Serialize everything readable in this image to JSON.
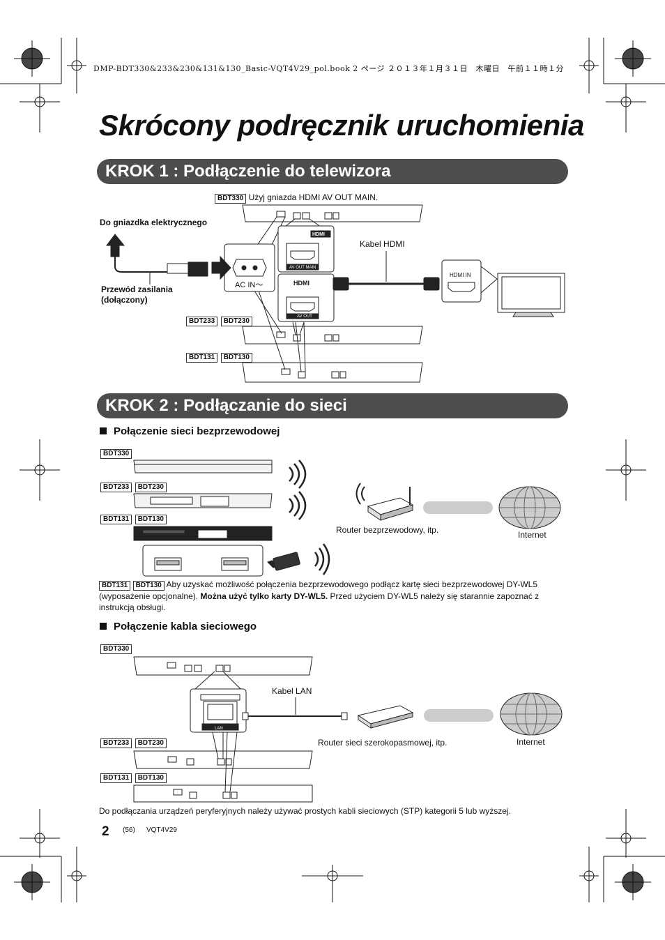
{
  "print_header": "DMP-BDT330&233&230&131&130_Basic-VQT4V29_pol.book  2 ページ  ２０１３年１月３１日　木曜日　午前１１時１分",
  "title": "Skrócony podręcznik uruchomienia",
  "step1": {
    "heading": "KROK 1 : Podłączenie do telewizora",
    "bdt330_tag": "BDT330",
    "bdt330_note": "Użyj gniazda HDMI AV OUT MAIN.",
    "outlet_label": "Do gniazdka elektrycznego",
    "power_cable_label_1": "Przewód zasilania",
    "power_cable_label_2": "(dołączony)",
    "hdmi_cable_label": "Kabel HDMI",
    "ac_in_label": "AC IN～",
    "hdmi_in_label": "HDMI IN",
    "hdmi_logo": "HDMI",
    "av_out_main_label": "AV OUT MAIN",
    "av_out_label": "AV OUT",
    "tags_233_230": [
      "BDT233",
      "BDT230"
    ],
    "tags_131_130": [
      "BDT131",
      "BDT130"
    ]
  },
  "step2": {
    "heading": "KROK 2 : Podłączanie do sieci",
    "wireless": {
      "subheading": "Połączenie sieci bezprzewodowej",
      "tag_330": "BDT330",
      "tags_233_230": [
        "BDT233",
        "BDT230"
      ],
      "tags_131_130": [
        "BDT131",
        "BDT130"
      ],
      "router_label": "Router bezprzewodowy, itp.",
      "internet_label": "Internet",
      "note_tags": [
        "BDT131",
        "BDT130"
      ],
      "note_text_1": " Aby uzyskać możliwość połączenia bezprzewodowego podłącz kartę sieci bezprzewodowej DY-WL5 (wyposażenie opcjonalne). ",
      "note_bold": "Można użyć tylko karty DY-WL5.",
      "note_text_2": " Przed użyciem DY-WL5 należy się starannie zapoznać z instrukcją obsługi."
    },
    "wired": {
      "subheading": "Połączenie kabla sieciowego",
      "tag_330": "BDT330",
      "tags_233_230": [
        "BDT233",
        "BDT230"
      ],
      "tags_131_130": [
        "BDT131",
        "BDT130"
      ],
      "lan_cable_label": "Kabel LAN",
      "lan_port_label": "LAN",
      "router_label": "Router sieci szerokopasmowej, itp.",
      "internet_label": "Internet",
      "footnote": "Do podłączania urządzeń peryferyjnych należy używać prostych kabli sieciowych (STP) kategorii 5 lub wyższej."
    }
  },
  "footer": {
    "page_number": "2",
    "page_ref": "(56)",
    "doc_code": "VQT4V29"
  }
}
